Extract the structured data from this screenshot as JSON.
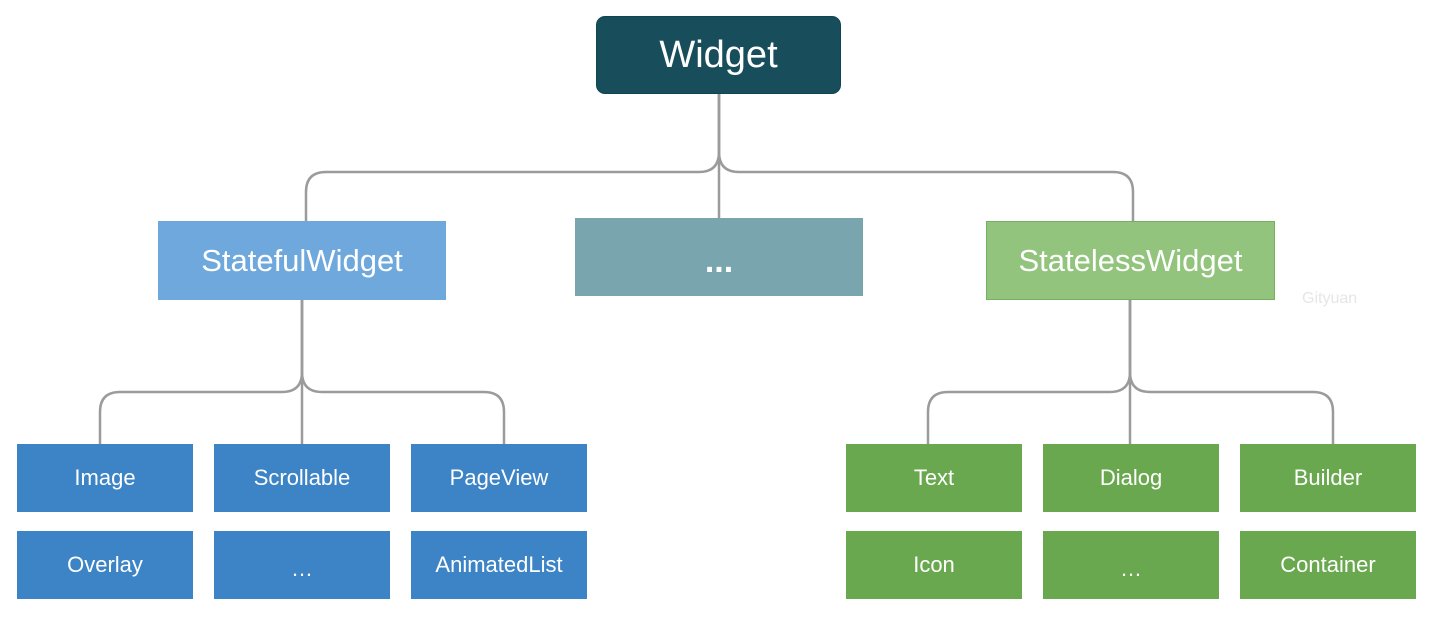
{
  "root": {
    "label": "Widget",
    "color": "#184e5b"
  },
  "middle": {
    "label": "...",
    "color": "#78a5ae"
  },
  "stateful": {
    "label": "StatefulWidget",
    "color": "#6fa8dc",
    "leaf_color": "#3d84c6",
    "children": [
      "Image",
      "Scrollable",
      "PageView",
      "Overlay",
      "…",
      "AnimatedList"
    ]
  },
  "stateless": {
    "label": "StatelessWidget",
    "color": "#93c47d",
    "leaf_color": "#6aa84f",
    "children": [
      "Text",
      "Dialog",
      "Builder",
      "Icon",
      "…",
      "Container"
    ]
  },
  "connector_color": "#9b9b9b",
  "watermark": "Gityuan"
}
